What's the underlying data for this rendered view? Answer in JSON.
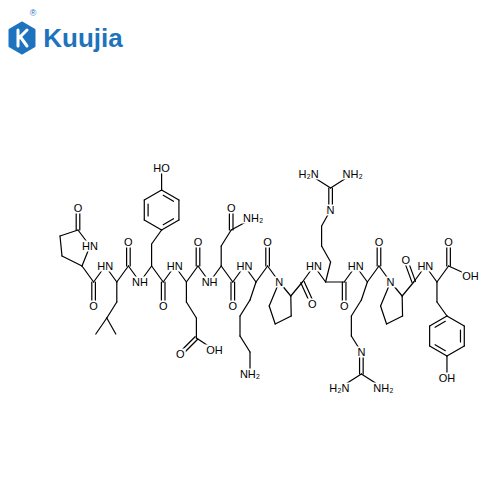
{
  "diagram": {
    "labels": [
      "®",
      "Kuujia",
      "O",
      "HN",
      "O",
      "HN",
      "O",
      "NH",
      "HO",
      "O",
      "HN",
      "O",
      "OH",
      "O",
      "NH",
      "O",
      "NH₂",
      "O",
      "HN",
      "NH₂",
      "O",
      "N",
      "O",
      "HN",
      "N",
      "H₂N",
      "NH₂",
      "O",
      "HN",
      "N",
      "H₂N",
      "NH₂",
      "O",
      "N",
      "O",
      "HN",
      "OH",
      "O",
      "OH"
    ]
  }
}
